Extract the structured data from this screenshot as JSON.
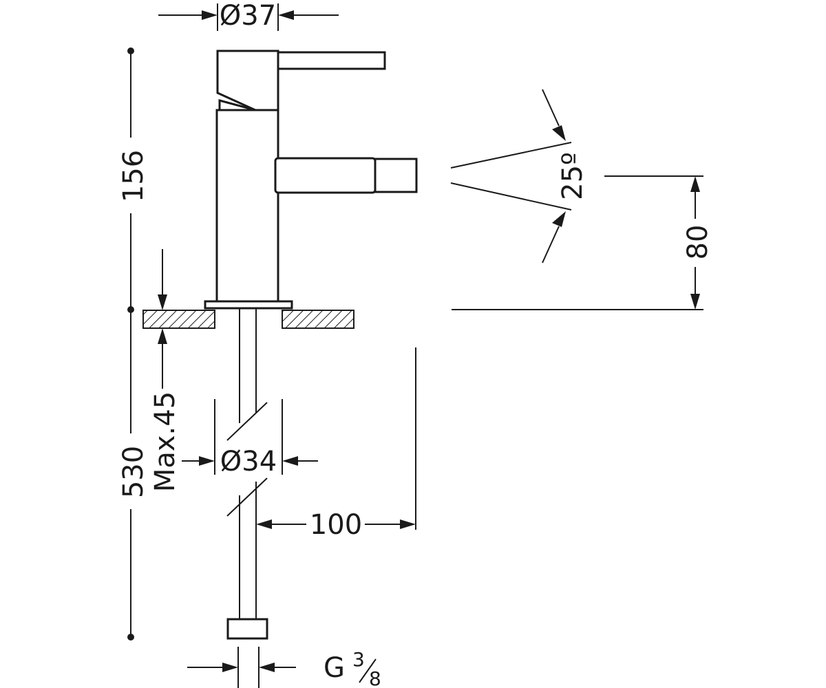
{
  "dimensions": {
    "top_diameter": "Ø37",
    "total_height": "156",
    "angle": "25º",
    "spout_height": "80",
    "max_thickness": "Max.45",
    "hole_diameter": "Ø34",
    "hose_length": "530",
    "base_offset": "100",
    "thread_prefix": "G",
    "thread_num": "3",
    "thread_den": "8"
  }
}
